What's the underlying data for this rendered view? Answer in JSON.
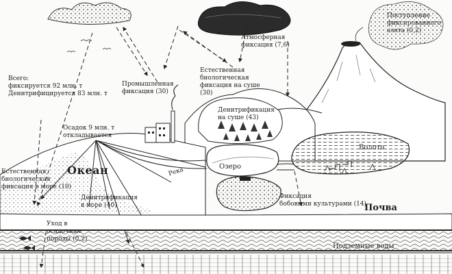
{
  "labels": {
    "total": "Всего:\nфиксируется 92 млн. т\nДенитрифицируется 83 млн. т",
    "sediment": "Осадок 9 млн. т\nоткладывается",
    "industrial": "Промышленная\nфиксация  (30)",
    "natural_land": "Естественная\nбиологическая\nфиксация на суше\n(30)",
    "atmospheric": "Атмосферная\nфиксация (7,6)",
    "volcanic": "Поступление\nфиксированного\nазота  (0,2)",
    "denit_land": "Денитрификация\nна суше  (43)",
    "ocean": "Океан",
    "natural_sea": "Естественная\nбиологическая\nфиксация в море  (10)",
    "river": "Река",
    "lake": "Озеро",
    "swamp": "Болото",
    "denit_sea": "Денитрификация\nв море  (40)",
    "legume": "Фиксация\nбобовыми культурами (14)",
    "soil": "Почва",
    "rocks": "Уход в\nосадочные\nпороды  (0,2)",
    "groundwater": "Подземные воды"
  }
}
